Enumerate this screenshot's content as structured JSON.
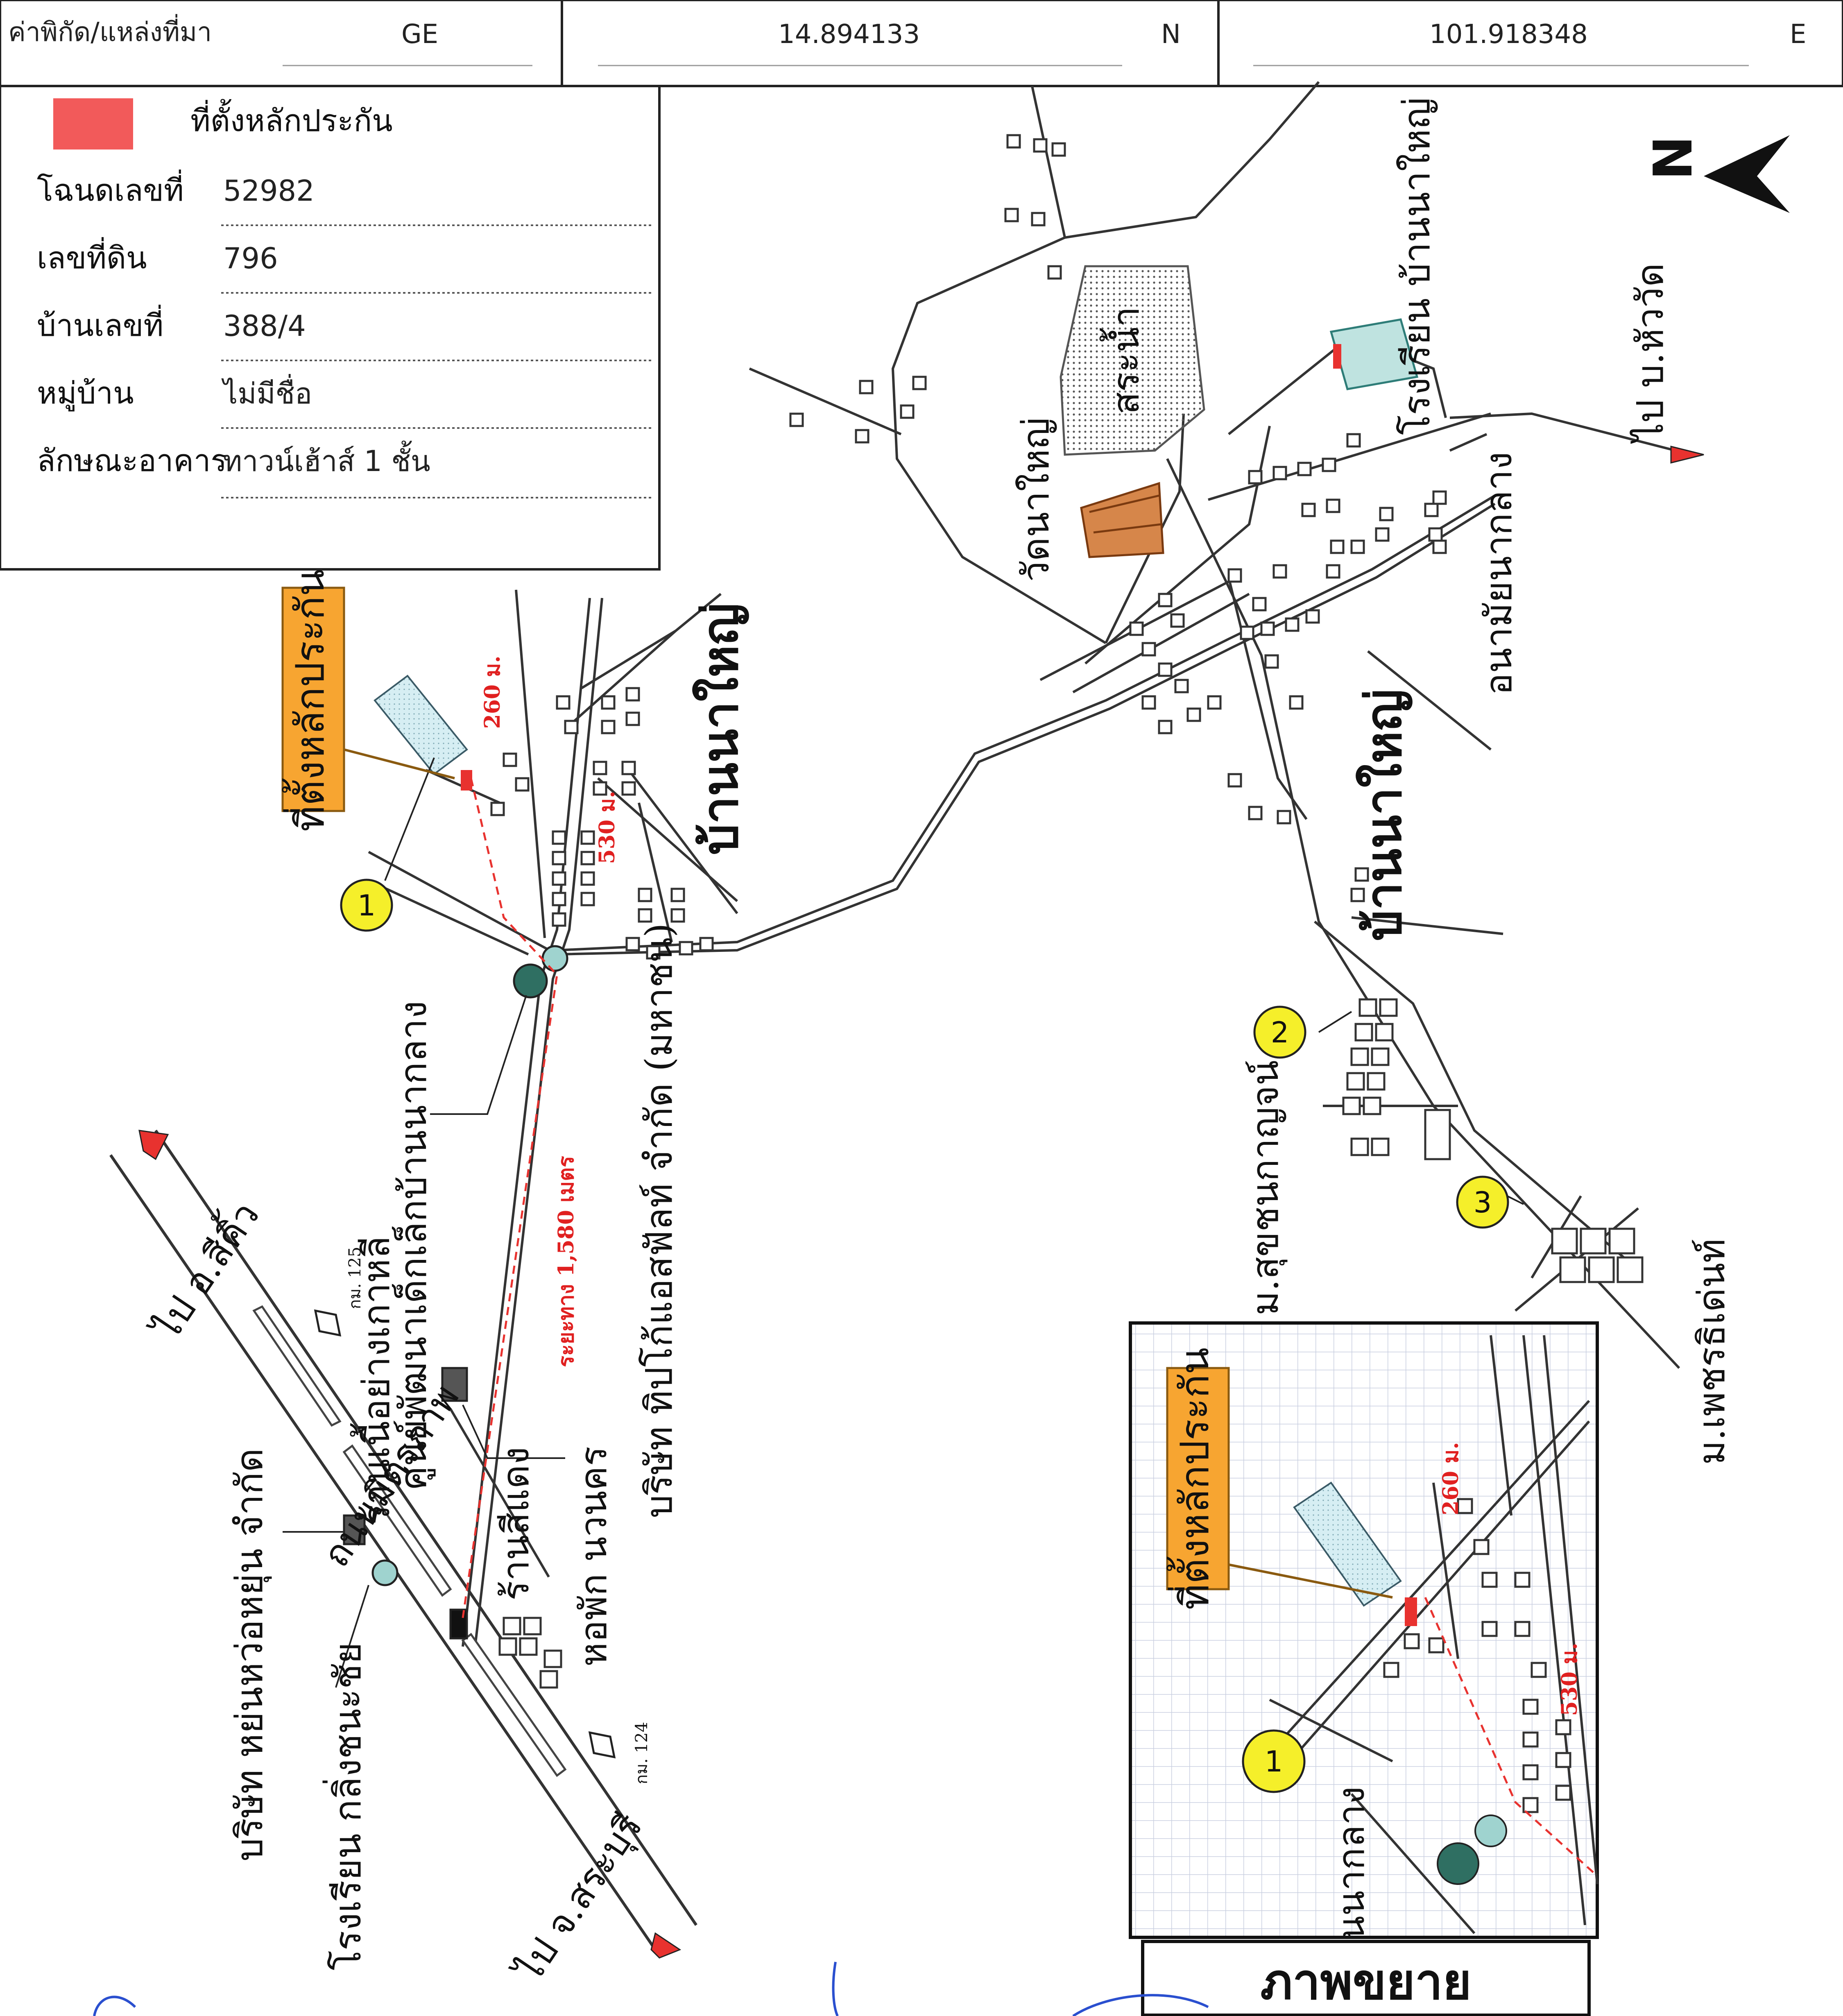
{
  "header": {
    "label": "ค่าพิกัด/แหล่งที่มา",
    "source": "GE",
    "lat": "14.894133",
    "lat_dir": "N",
    "lon": "101.918348",
    "lon_dir": "E"
  },
  "legend": {
    "swatch_color": "#f25a5a",
    "swatch_label": "ที่ตั้งหลักประกัน",
    "rows": [
      {
        "label": "โฉนดเลขที่",
        "value": "52982"
      },
      {
        "label": "เลขที่ดิน",
        "value": "796"
      },
      {
        "label": "บ้านเลขที่",
        "value": "388/4"
      },
      {
        "label": "หมู่บ้าน",
        "value": "ไม่มีชื่อ"
      },
      {
        "label": "ลักษณะอาคาร",
        "value": "ทาวน์เฮ้าส์  1 ชั้น"
      }
    ]
  },
  "north": {
    "letter": "N"
  },
  "places": {
    "to_hua_wat": "ไป บ.หัววัด",
    "school_na_yai": "โรงเรียน บ้านนาใหญ่",
    "wat_na_yai": "วัดนาใหญ่",
    "pond": "สระน้ำ",
    "health_station": "อนามัยนากลาง",
    "ban_na_yai_1": "บ้านนาใหญ่",
    "ban_na_yai_2": "บ้านนาใหญ่",
    "village_2": "ม.สุขชนกาญจน์",
    "village_3": "ม.เพชรธิเด่นท์",
    "company_tipco": "บริษัท ทิปโก้แอสฟัลท์ จำกัด (มหาชน)",
    "child_center": "ศูนย์พัฒนาเด็กเล็กบ้านนากลาง",
    "noodle_shop": "ร้านเนื้อย่างเกาหลี",
    "red_shop": "ร้านสีแดง",
    "dorm": "หอพัก นวนคร",
    "company_yongwah": "บริษัท หย่นหว่อหยุ่น จำกัด",
    "school_klang": "โรงเรียน กลิ่งชนะชัย",
    "road_name": "ถนนมิตรภาพ",
    "to_khorat": "ไป อ.สีคิ้ว",
    "to_khon_kaen": "ไป จ.สระบุรี",
    "km_125": "กม. 125",
    "km_124": "กม. 124",
    "collateral_callout": "ที่ตั้งหลักประกัน",
    "dist_260": "260 ม.",
    "dist_530": "530 ม.",
    "dist_1580": "ระยะทาง 1,580 เมตร"
  },
  "markers": [
    "1",
    "2",
    "3"
  ],
  "inset": {
    "title": "ภาพขยาย",
    "callout": "ที่ตั้งหลักประกัน",
    "dist_260": "260 ม.",
    "dist_530": "530 ม.",
    "marker": "1",
    "fragment": "นนากลาง"
  },
  "colors": {
    "callout_bg": "#f7a531",
    "pond_fill": "#cfe8ee",
    "temple": "#b0601a",
    "marker_fill": "#f5ef2a",
    "arrow_red": "#e8322f"
  }
}
